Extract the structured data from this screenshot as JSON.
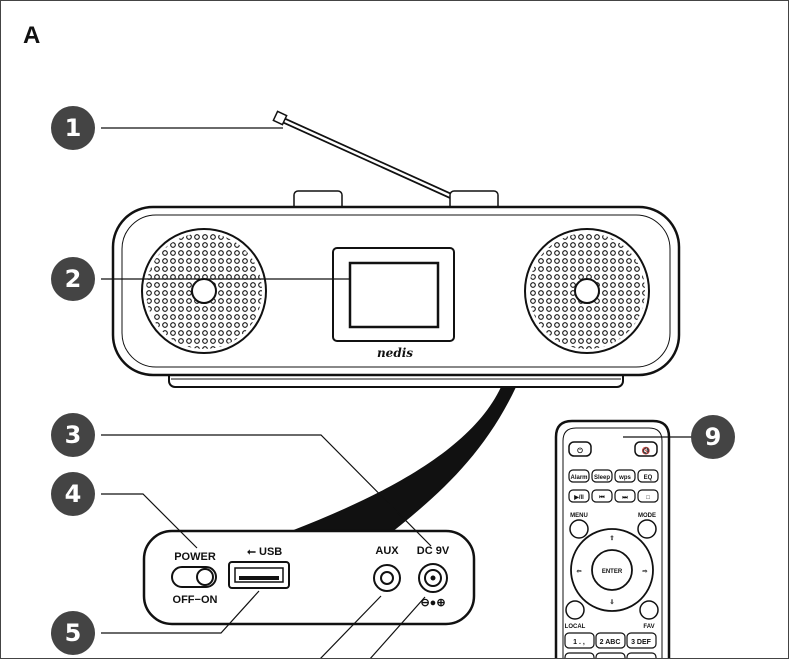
{
  "panel_label": "A",
  "callouts": [
    "1",
    "2",
    "3",
    "4",
    "5",
    "9"
  ],
  "brand": "nedis",
  "back_panel": {
    "power": "POWER",
    "off_on": "OFF−ON",
    "usb": "USB",
    "aux": "AUX",
    "dc": "DC 9V",
    "polarity": "⊖●⊕"
  },
  "remote": {
    "row1": [
      "Alarm",
      "Sleep",
      "wps",
      "EQ"
    ],
    "row2": [
      "▶/II",
      "⏮",
      "⏭",
      "□"
    ],
    "menu": "MENU",
    "mode": "MODE",
    "enter": "ENTER",
    "local": "LOCAL",
    "fav": "FAV",
    "keys": [
      "1 . ,",
      "2 ABC",
      "3 DEF"
    ]
  },
  "colors": {
    "callout_fill": "#444444",
    "line": "#111111",
    "background": "#ffffff"
  }
}
